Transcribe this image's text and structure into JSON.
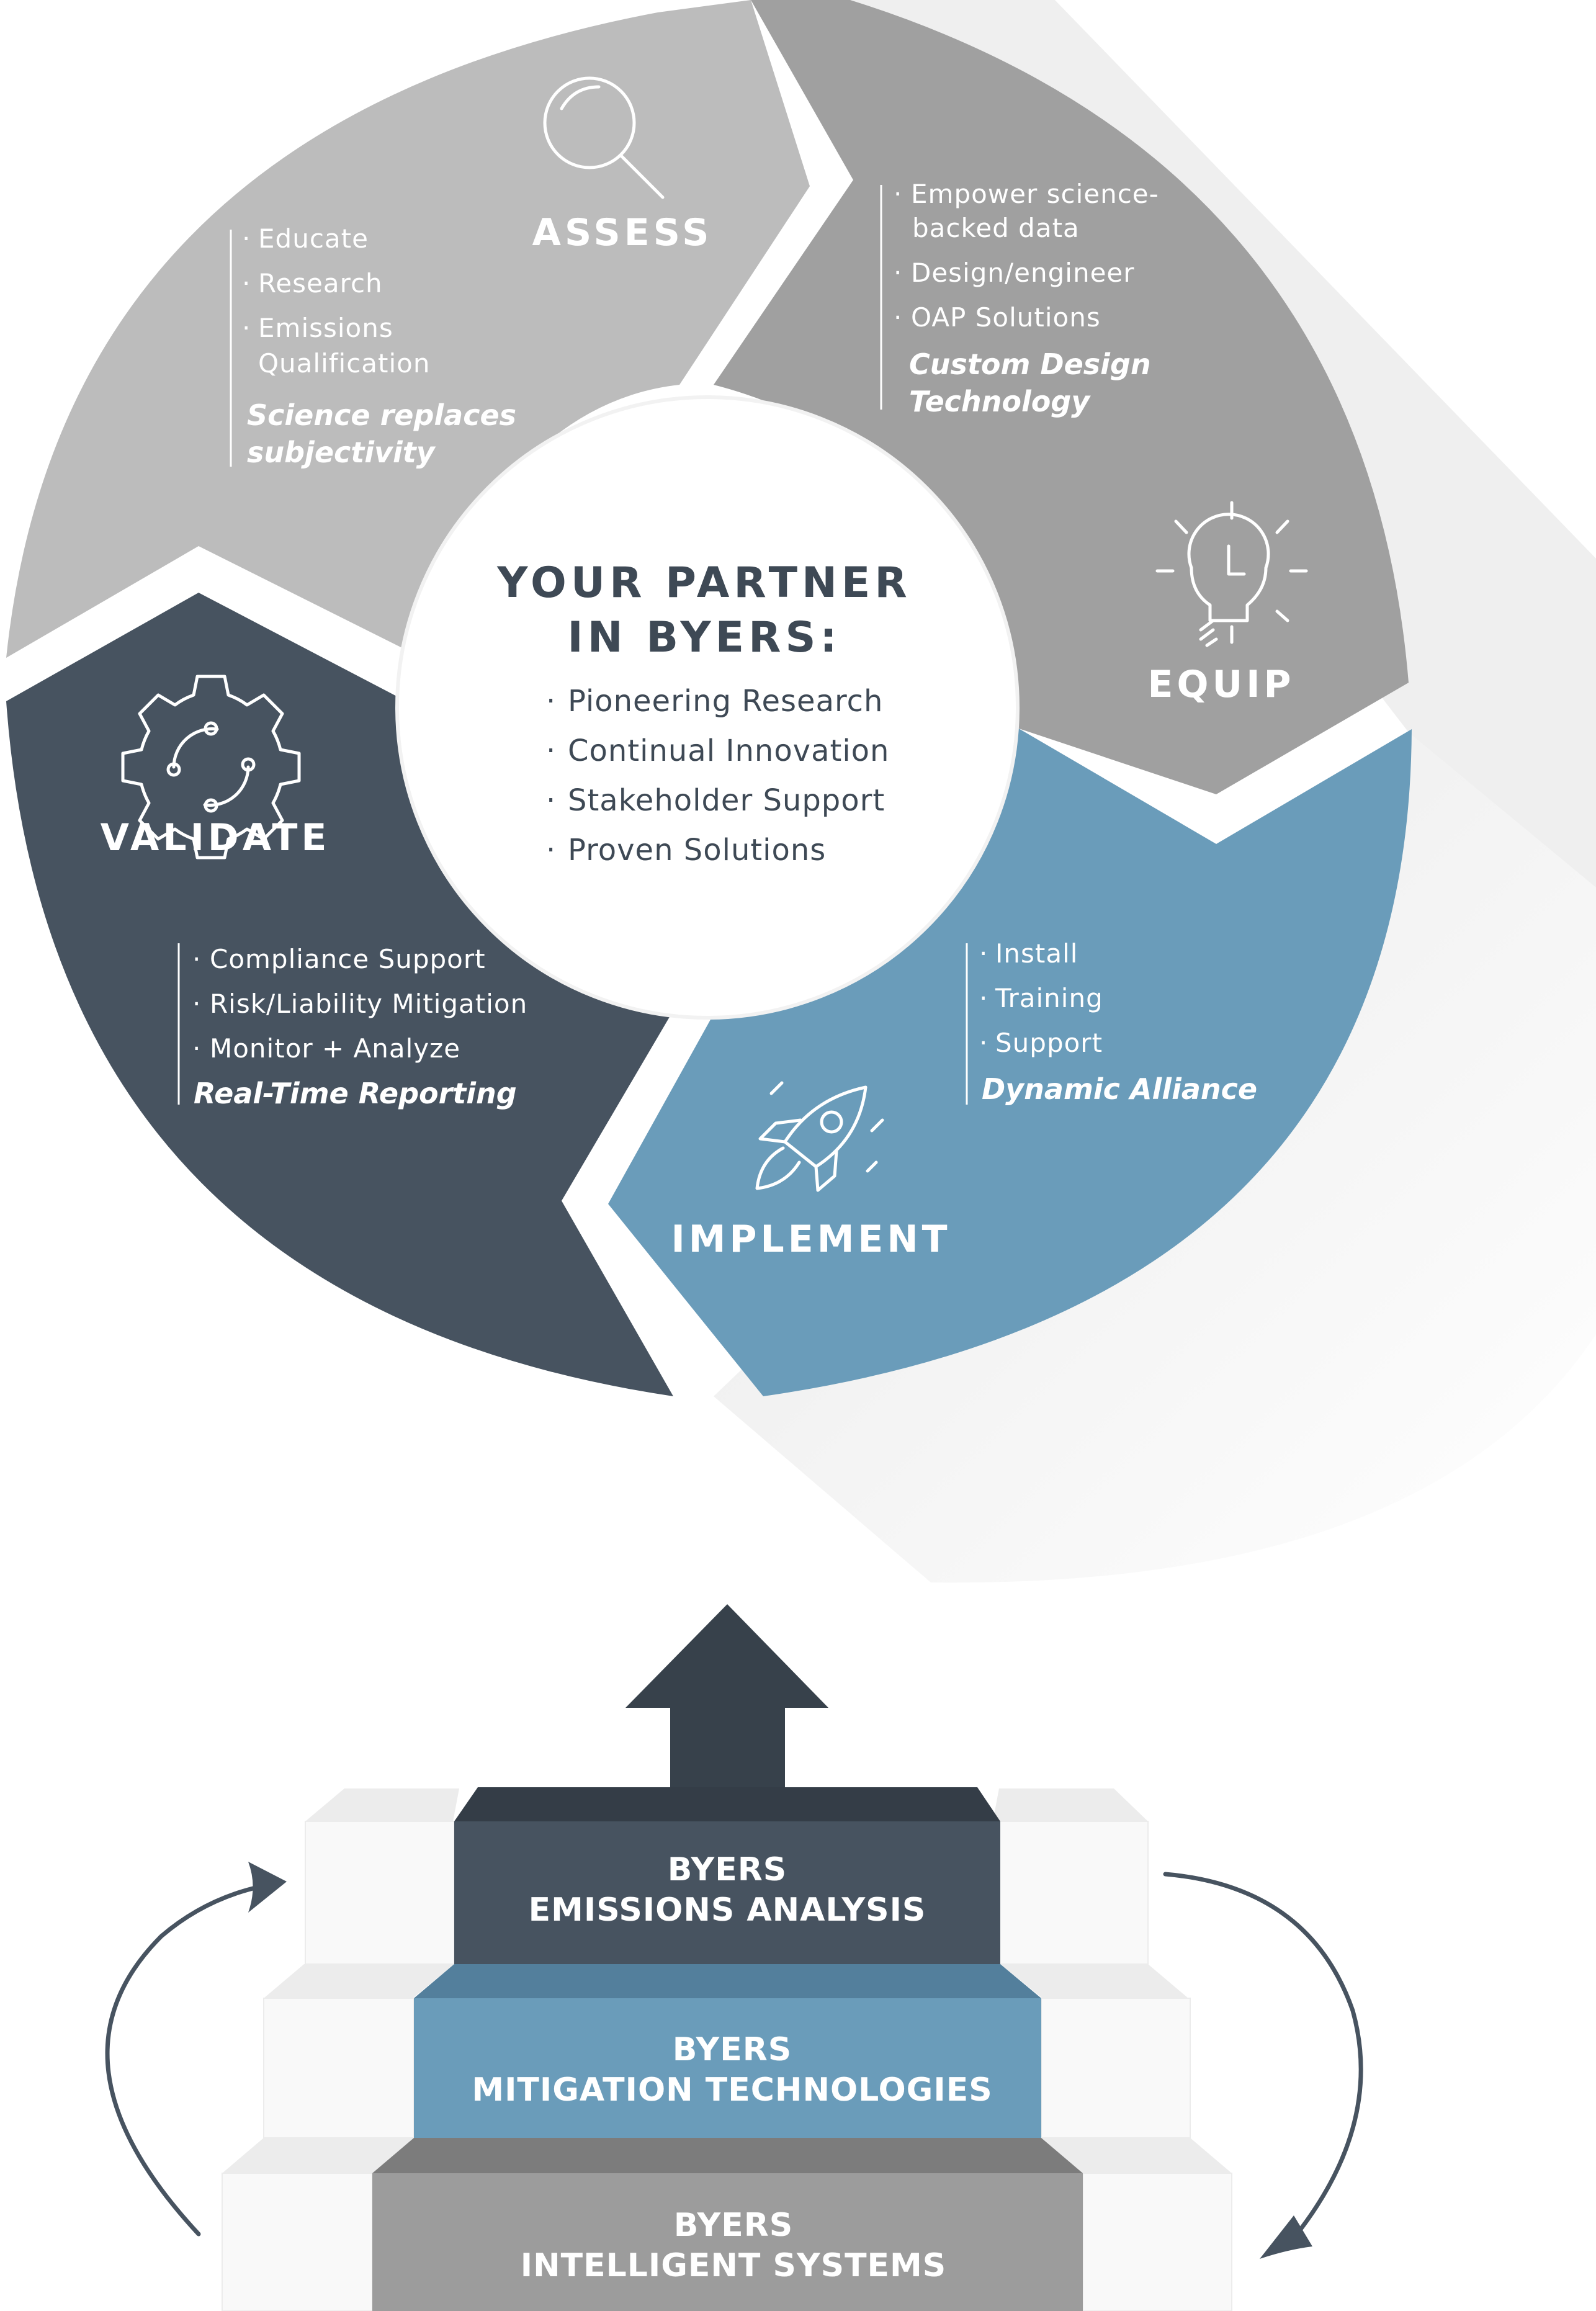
{
  "center": {
    "title_line1": "YOUR PARTNER",
    "title_line2": "IN BYERS:",
    "items": [
      "Pioneering Research",
      "Continual Innovation",
      "Stakeholder Support",
      "Proven Solutions"
    ]
  },
  "segments": {
    "assess": {
      "title": "ASSESS",
      "items": [
        "Educate",
        "Research",
        "Emissions",
        "Qualification"
      ],
      "tagline_1": "Science replaces",
      "tagline_2": "subjectivity",
      "icon": "magnifier-icon",
      "color": "#bcbcbc"
    },
    "equip": {
      "title": "EQUIP",
      "items": [
        "Empower science-",
        "backed data",
        "Design/engineer",
        "OAP Solutions"
      ],
      "tagline_1": "Custom Design",
      "tagline_2": "Technology",
      "icon": "lightbulb-icon",
      "color": "#a0a0a0"
    },
    "implement": {
      "title": "IMPLEMENT",
      "items": [
        "Install",
        "Training",
        "Support"
      ],
      "tagline_1": "Dynamic Alliance",
      "icon": "rocket-icon",
      "color": "#6a9cba"
    },
    "validate": {
      "title": "VALIDATE",
      "items": [
        "Compliance Support",
        "Risk/Liability Mitigation",
        "Monitor + Analyze"
      ],
      "tagline_1": "Real-Time Reporting",
      "icon": "gear-icon",
      "color": "#475360"
    }
  },
  "steps": [
    {
      "line1": "BYERS",
      "line2": "EMISSIONS ANALYSIS",
      "color": "#475360"
    },
    {
      "line1": "BYERS",
      "line2": "MITIGATION TECHNOLOGIES",
      "color": "#6a9cba"
    },
    {
      "line1": "BYERS",
      "line2": "INTELLIGENT SYSTEMS",
      "color": "#9c9c9c"
    }
  ],
  "icons": [
    "magnifier-icon",
    "lightbulb-icon",
    "rocket-icon",
    "gear-icon",
    "up-arrow-icon",
    "curved-arrow-icon"
  ]
}
